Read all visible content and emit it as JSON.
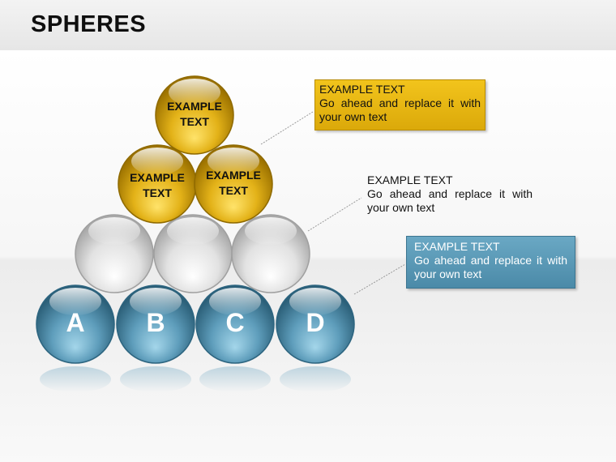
{
  "slide": {
    "title": "SPHERES"
  },
  "pyramid": {
    "top": {
      "label_line1": "EXAMPLE",
      "label_line2": "TEXT"
    },
    "middle_left": {
      "label_line1": "EXAMPLE",
      "label_line2": "TEXT"
    },
    "middle_right": {
      "label_line1": "EXAMPLE",
      "label_line2": "TEXT"
    },
    "bottom_letters": [
      "A",
      "B",
      "C",
      "D"
    ]
  },
  "callouts": [
    {
      "title": "EXAMPLE TEXT",
      "body": "Go ahead and replace it with your own text"
    },
    {
      "title": "EXAMPLE TEXT",
      "body": "Go ahead and replace it with your own text"
    },
    {
      "title": "EXAMPLE TEXT",
      "body": "Go ahead and replace it with your own text"
    }
  ],
  "colors": {
    "gold": "#d9a80a",
    "silver": "#d8d8d8",
    "teal": "#4f8fae",
    "callout_gold": "#e8b611",
    "callout_teal": "#5a98b6"
  }
}
